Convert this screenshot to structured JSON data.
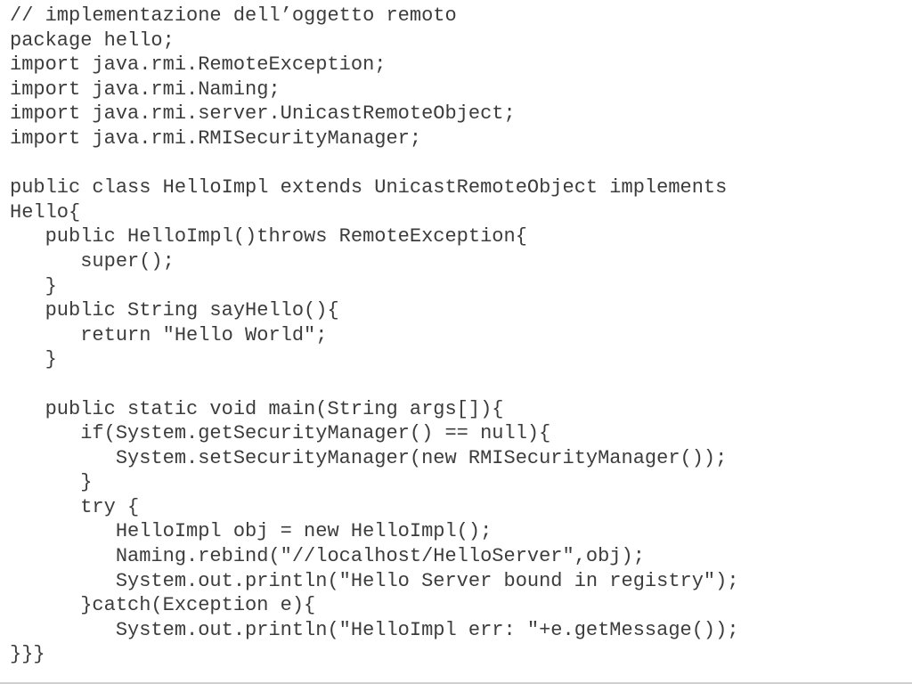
{
  "code": {
    "lines": [
      "// implementazione dell’oggetto remoto",
      "package hello;",
      "import java.rmi.RemoteException;",
      "import java.rmi.Naming;",
      "import java.rmi.server.UnicastRemoteObject;",
      "import java.rmi.RMISecurityManager;",
      "",
      "public class HelloImpl extends UnicastRemoteObject implements",
      "Hello{",
      "   public HelloImpl()throws RemoteException{",
      "      super();",
      "   }",
      "   public String sayHello(){",
      "      return \"Hello World\";",
      "   }",
      "",
      "   public static void main(String args[]){",
      "      if(System.getSecurityManager() == null){",
      "         System.setSecurityManager(new RMISecurityManager());",
      "      }",
      "      try {",
      "         HelloImpl obj = new HelloImpl();",
      "         Naming.rebind(\"//localhost/HelloServer\",obj);",
      "         System.out.println(\"Hello Server bound in registry\");",
      "      }catch(Exception e){",
      "         System.out.println(\"HelloImpl err: \"+e.getMessage());",
      "}}}"
    ]
  }
}
